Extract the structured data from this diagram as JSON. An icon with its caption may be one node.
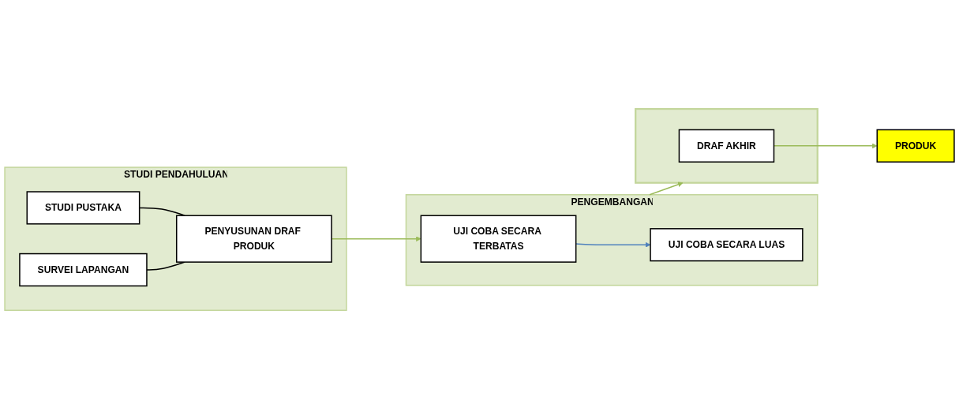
{
  "diagram": {
    "nodes": [
      {
        "text": [
          "STUDI PENDAHULUAN"
        ]
      },
      {
        "text": [
          "STUDI PUSTAKA"
        ],
        "in": 0
      },
      {
        "text": [
          "SURVEI LAPANGAN"
        ],
        "in": 0
      },
      {
        "text": [
          "PENYUSUNAN DRAF PRODUK"
        ],
        "in": 0
      },
      {
        "text": [
          "PENGEMBANGAN"
        ]
      },
      {
        "text": [
          "UJI COBA SECARA TERBATAS"
        ],
        "in": 4
      },
      {
        "text": [
          "UJI COBA SECARA LUAS"
        ],
        "in": 4
      },
      {
        "text": [],
        "shape": "box"
      },
      {
        "text": [
          "DRAF AKHIR"
        ],
        "in": 7
      },
      {
        "text": [
          "PRODUK"
        ]
      }
    ],
    "edges": [
      {
        "from": 1,
        "to": 3,
        "arrow": "none",
        "color": "#000000"
      },
      {
        "from": 2,
        "to": 3,
        "arrow": "none",
        "color": "#000000"
      },
      {
        "from": 3,
        "to": 5,
        "arrow": "to",
        "color": "#9bbb59"
      },
      {
        "from": 5,
        "to": 6,
        "arrow": "to",
        "color": "#4f81bd"
      },
      {
        "from": 4,
        "to": 7,
        "arrow": "to",
        "color": "#9bbb59"
      },
      {
        "from": 8,
        "to": 9,
        "arrow": "to",
        "color": "#9bbb59"
      }
    ]
  }
}
